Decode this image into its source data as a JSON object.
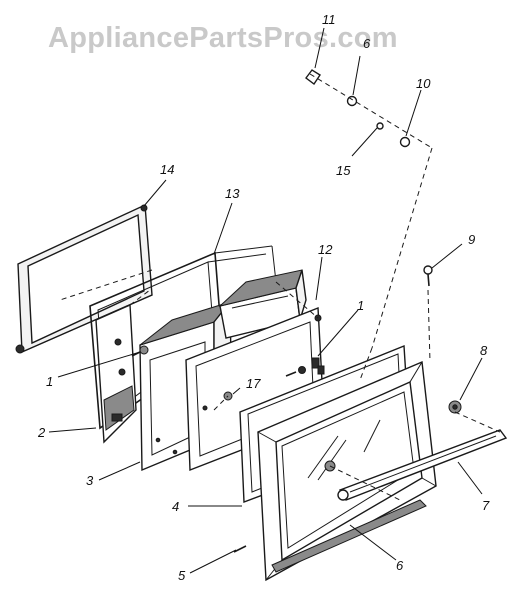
{
  "watermark": "AppliancePartsPros.com",
  "labels": {
    "p1a": "1",
    "p1b": "1",
    "p2": "2",
    "p3": "3",
    "p4": "4",
    "p5": "5",
    "p6a": "6",
    "p6b": "6",
    "p7": "7",
    "p8": "8",
    "p9": "9",
    "p10": "10",
    "p11": "11",
    "p12": "12",
    "p13": "13",
    "p14": "14",
    "p15": "15",
    "p17": "17"
  }
}
